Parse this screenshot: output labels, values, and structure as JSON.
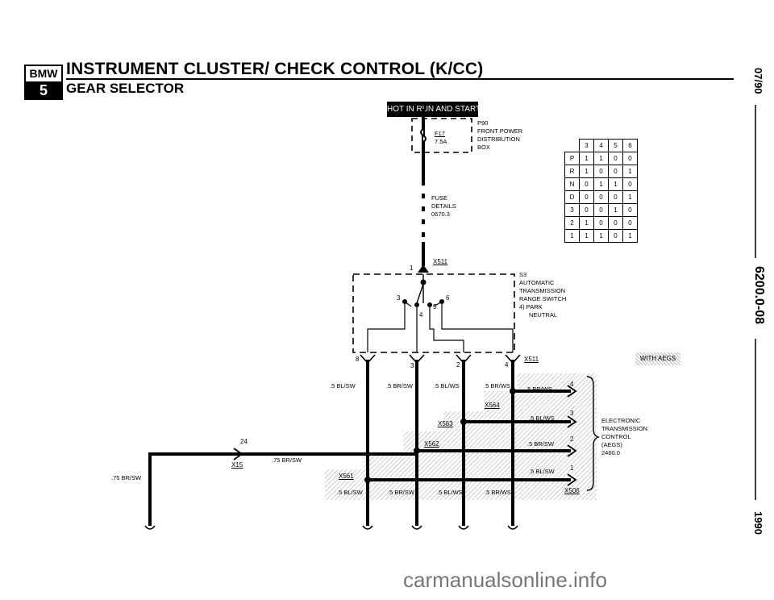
{
  "logo": {
    "top": "BMW",
    "bottom": "5"
  },
  "header": {
    "title": "INSTRUMENT CLUSTER/ CHECK CONTROL  (K/CC)",
    "subtitle": "GEAR SELECTOR"
  },
  "side": {
    "date": "07/90",
    "page": "6200.0-08",
    "year": "1990"
  },
  "hot_label": "HOT IN RUN AND START",
  "fuse": {
    "id": "F17",
    "rating": "7.5A"
  },
  "p90": {
    "id": "P90",
    "line1": "FRONT POWER",
    "line2": "DISTRIBUTION",
    "line3": "BOX"
  },
  "fuse_details": {
    "line1": "FUSE",
    "line2": "DETAILS",
    "line3": "0670.3"
  },
  "s3": {
    "id": "S3",
    "line1": "AUTOMATIC",
    "line2": "TRANSMISSION",
    "line3": "RANGE SWITCH",
    "line4": "4)  PARK",
    "line5": "NEUTRAL"
  },
  "connectors": {
    "x511_top": "X511",
    "x511_bot": "X511",
    "x564": "X564",
    "x563": "X563",
    "x562": "X562",
    "x561": "X561",
    "x15": "X15",
    "x506": "X506"
  },
  "pins": {
    "p1": "1",
    "p3": "3",
    "p4": "4",
    "p5": "5",
    "p6": "6",
    "b8": "8",
    "b3": "3",
    "b2": "2",
    "b4": "4",
    "e4": "4",
    "e3": "3",
    "e2": "2",
    "e1": "1",
    "p24": "24"
  },
  "wires": {
    "w1": ".5 BL/SW",
    "w2": ".5 BR/SW",
    "w3": ".5 BL/WS",
    "w4": ".5 BR/WS",
    "w5": ".5 BR/WS",
    "w6": ".5 BL/WS",
    "w7": ".5 BR/SW",
    "w8": ".5 BL/SW",
    "b1": ".5 BL/SW",
    "b2": ".5 BR/SW",
    "b3": ".5 BL/WS",
    "b4": ".5 BR/WS",
    "w75a": ".75 BR/SW",
    "w75b": ".75 BR/SW"
  },
  "aegs_tag": "WITH AEGS",
  "egs": {
    "line1": "ELECTRONIC",
    "line2": "TRANSMISSION",
    "line3": "CONTROL",
    "line4": "(AEGS)",
    "line5": "2460.0"
  },
  "truth_table": {
    "headers": [
      "3",
      "4",
      "5",
      "6"
    ],
    "rows": [
      {
        "label": "P",
        "v": [
          "1",
          "1",
          "0",
          "0"
        ]
      },
      {
        "label": "R",
        "v": [
          "1",
          "0",
          "0",
          "1"
        ]
      },
      {
        "label": "N",
        "v": [
          "0",
          "1",
          "1",
          "0"
        ]
      },
      {
        "label": "D",
        "v": [
          "0",
          "0",
          "0",
          "1"
        ]
      },
      {
        "label": "3",
        "v": [
          "0",
          "0",
          "1",
          "0"
        ]
      },
      {
        "label": "2",
        "v": [
          "1",
          "0",
          "0",
          "0"
        ]
      },
      {
        "label": "1",
        "v": [
          "1",
          "1",
          "0",
          "1"
        ]
      }
    ]
  },
  "watermark": "carmanualsonline.info"
}
